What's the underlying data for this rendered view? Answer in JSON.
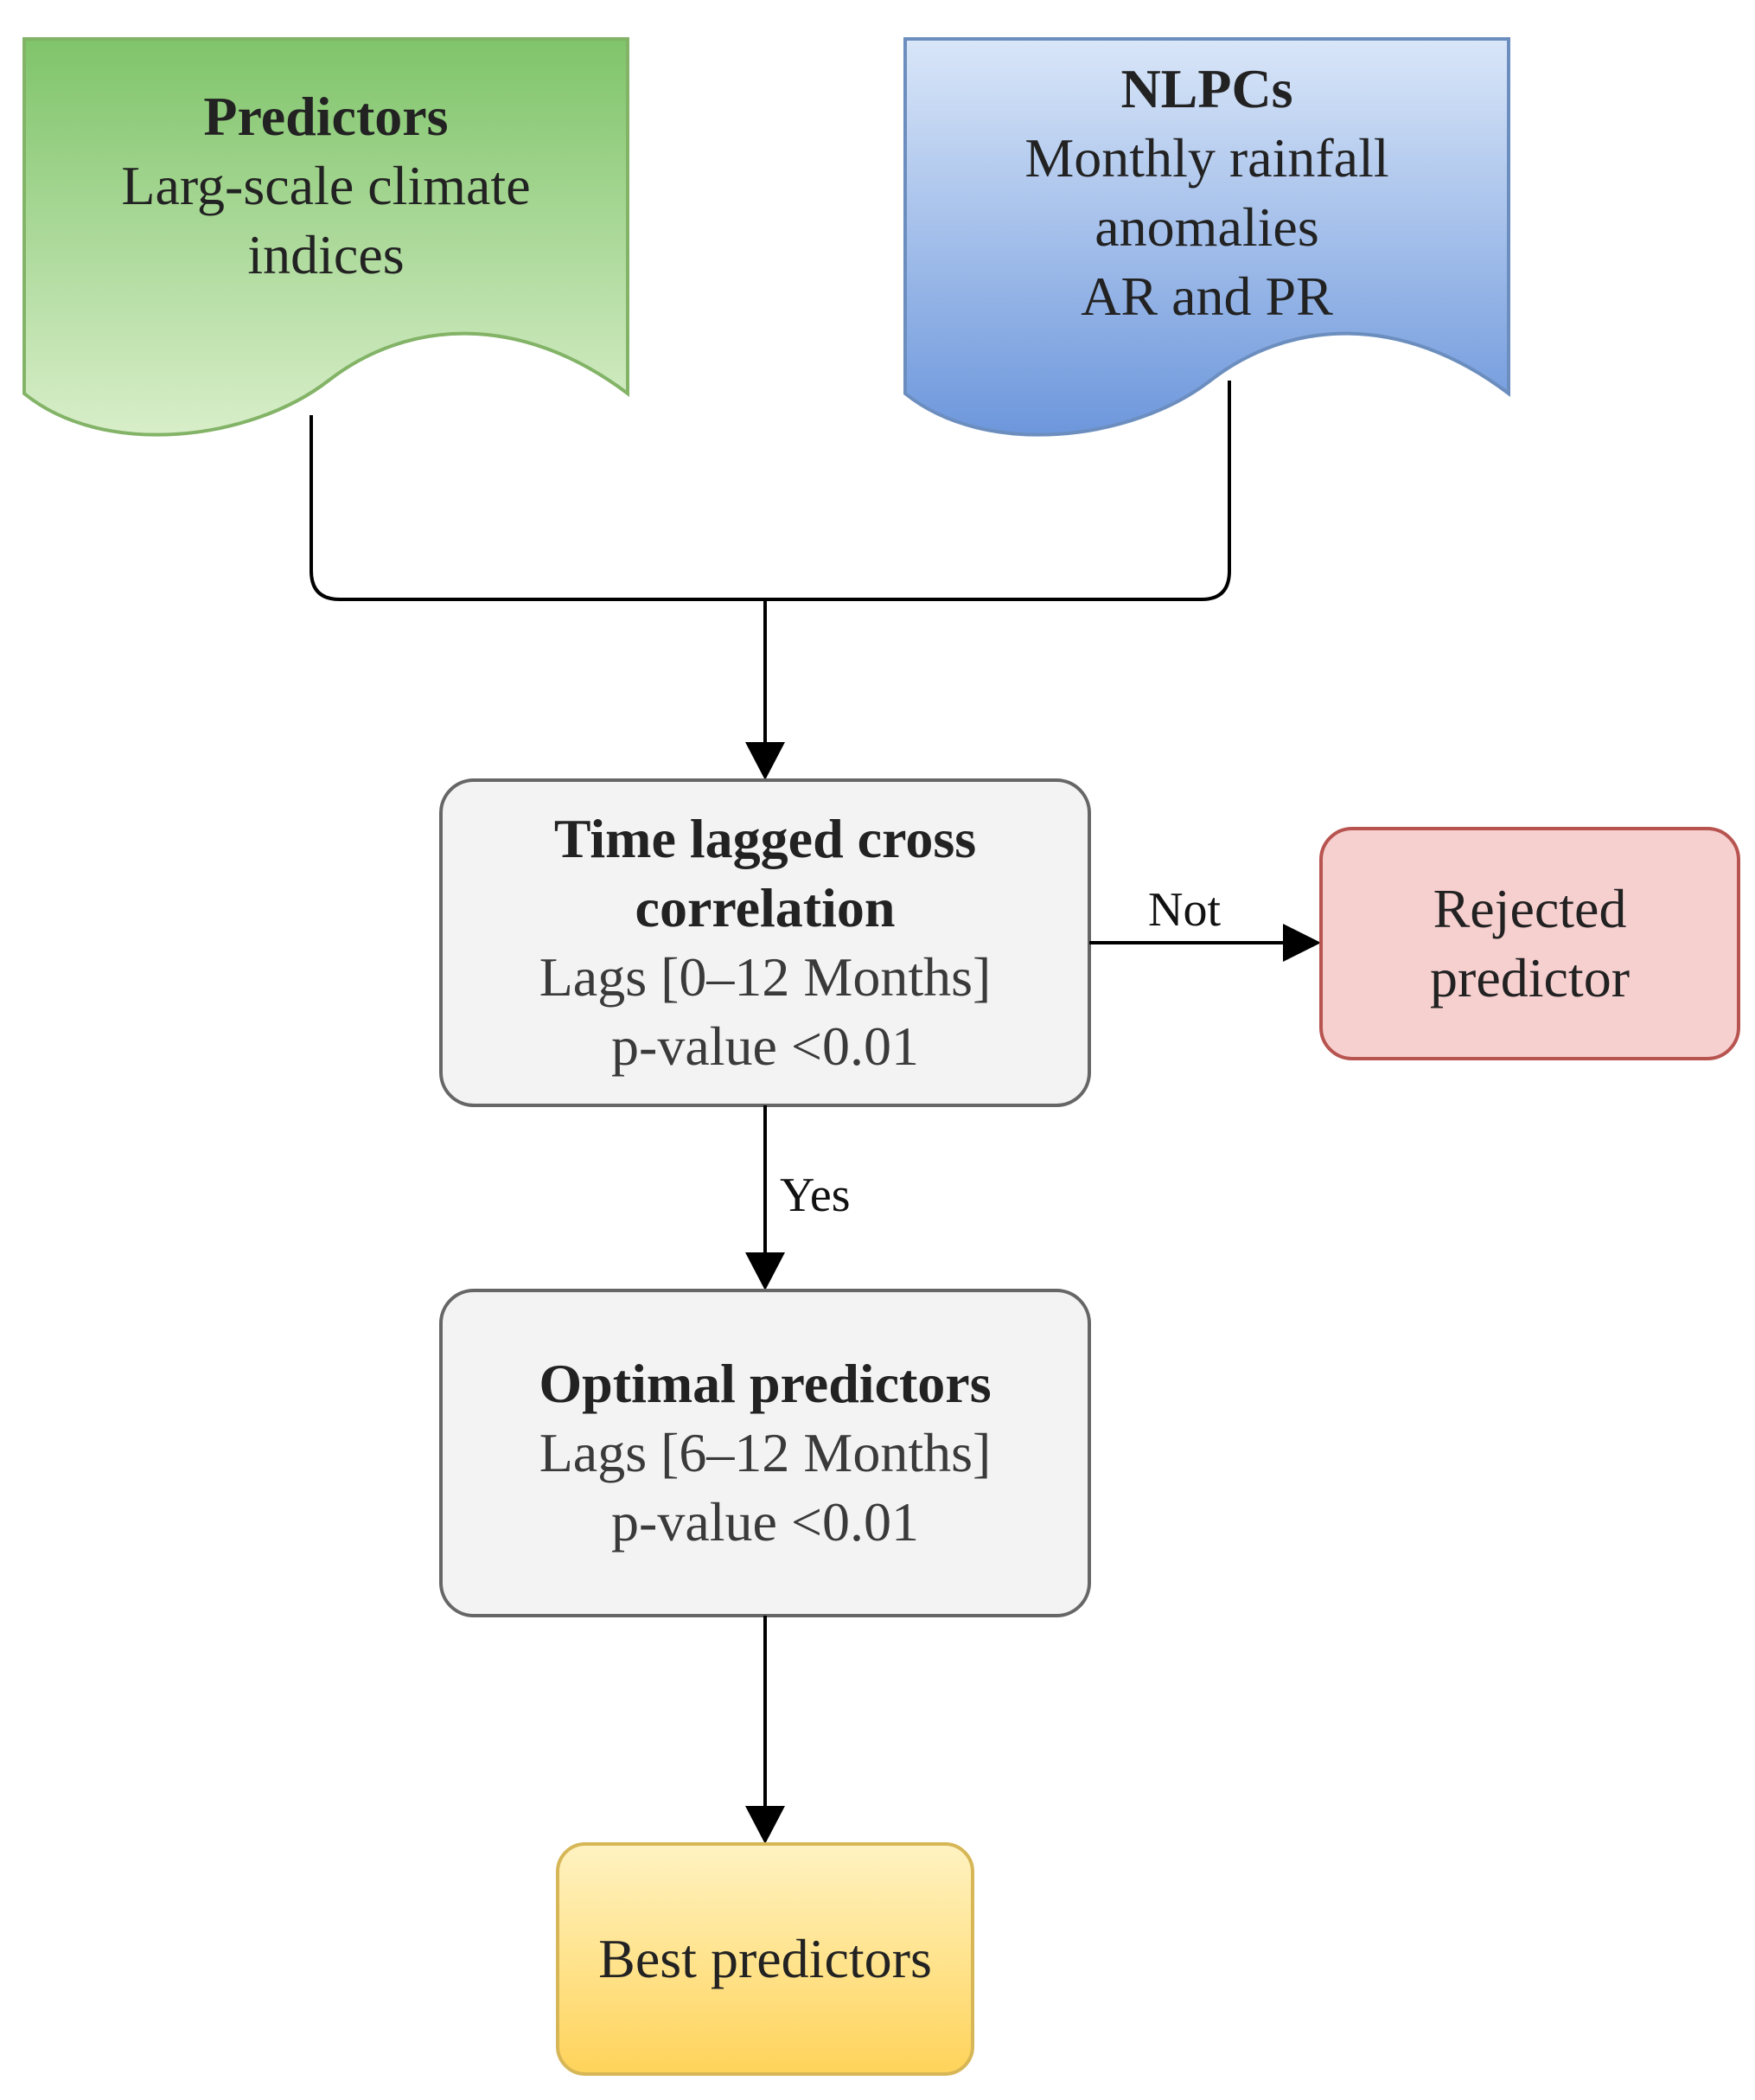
{
  "nodes": {
    "predictors": {
      "title": "Predictors",
      "line1": "Larg-scale climate",
      "line2": "indices",
      "fill_top": "#7fc46a",
      "fill_bottom": "#d8eec9"
    },
    "nlpcs": {
      "title": "NLPCs",
      "line1": "Monthly rainfall",
      "line2": "anomalies",
      "line3": "AR and PR",
      "fill_top": "#d9e6f8",
      "fill_bottom": "#6d97dc"
    },
    "tlcc": {
      "title1": "Time lagged cross",
      "title2": "correlation",
      "line1": "Lags [0–12 Months]",
      "line2": "p-value <0.01",
      "fill": "#f3f3f3"
    },
    "rejected": {
      "line1": "Rejected",
      "line2": "predictor",
      "fill": "#f6cfcf",
      "stroke": "#b85450"
    },
    "optimal": {
      "title": "Optimal predictors",
      "line1": "Lags [6–12 Months]",
      "line2": "p-value <0.01",
      "fill": "#f3f3f3"
    },
    "best": {
      "label": "Best predictors",
      "fill_top": "#fff3c2",
      "fill_bottom": "#ffd35a",
      "stroke": "#d6b656"
    }
  },
  "edges": {
    "no_label": "Not",
    "yes_label": "Yes"
  }
}
